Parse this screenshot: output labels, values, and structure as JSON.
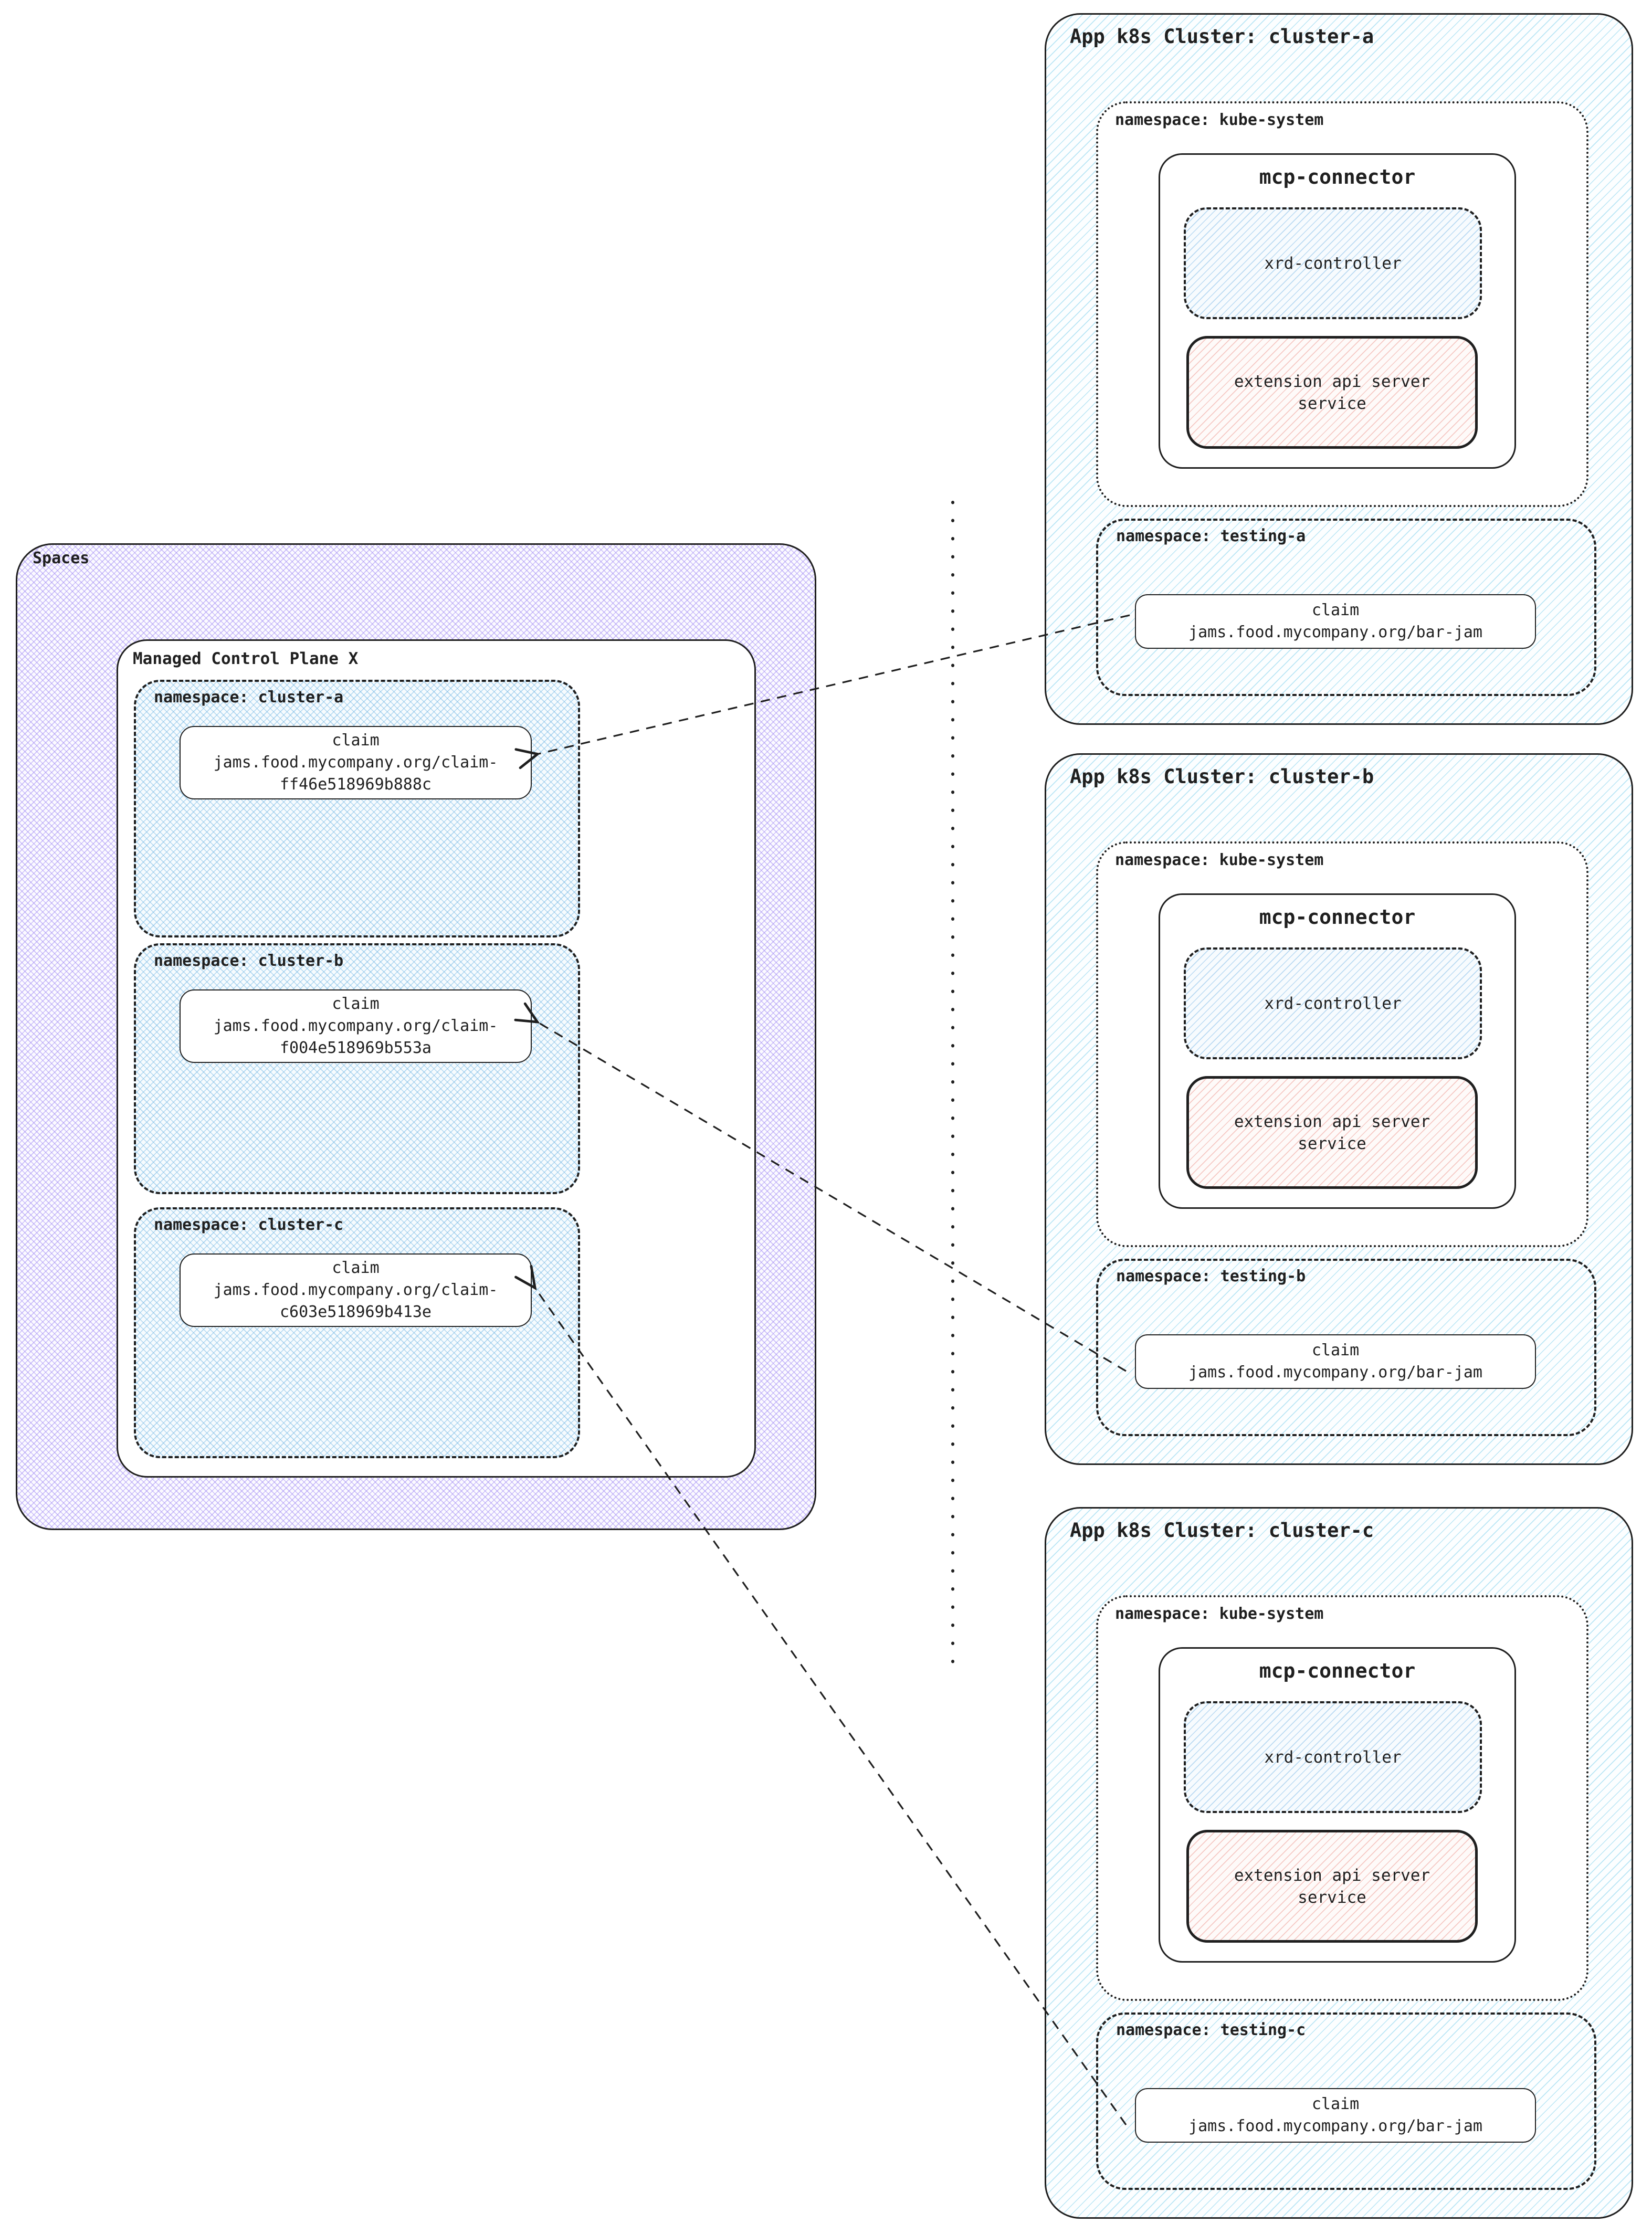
{
  "spaces_panel": {
    "title": "Spaces",
    "control_plane": {
      "title": "Managed Control Plane X",
      "namespaces": [
        {
          "label": "namespace: cluster-a",
          "claim": {
            "line1": "claim",
            "line2": "jams.food.mycompany.org/claim-",
            "line3": "ff46e518969b888c"
          }
        },
        {
          "label": "namespace: cluster-b",
          "claim": {
            "line1": "claim",
            "line2": "jams.food.mycompany.org/claim-",
            "line3": "f004e518969b553a"
          }
        },
        {
          "label": "namespace: cluster-c",
          "claim": {
            "line1": "claim",
            "line2": "jams.food.mycompany.org/claim-",
            "line3": "c603e518969b413e"
          }
        }
      ]
    }
  },
  "clusters": [
    {
      "title": "App k8s Cluster: cluster-a",
      "kube_namespace_label": "namespace: kube-system",
      "mcp_connector_label": "mcp-connector",
      "xrd_controller_label": "xrd-controller",
      "ext_api_line1": "extension api server",
      "ext_api_line2": "service",
      "testing_namespace_label": "namespace: testing-a",
      "claim": {
        "line1": "claim",
        "line2": "jams.food.mycompany.org/bar-jam"
      }
    },
    {
      "title": "App k8s Cluster: cluster-b",
      "kube_namespace_label": "namespace: kube-system",
      "mcp_connector_label": "mcp-connector",
      "xrd_controller_label": "xrd-controller",
      "ext_api_line1": "extension api server",
      "ext_api_line2": "service",
      "testing_namespace_label": "namespace: testing-b",
      "claim": {
        "line1": "claim",
        "line2": "jams.food.mycompany.org/bar-jam"
      }
    },
    {
      "title": "App k8s Cluster: cluster-c",
      "kube_namespace_label": "namespace: kube-system",
      "mcp_connector_label": "mcp-connector",
      "xrd_controller_label": "xrd-controller",
      "ext_api_line1": "extension api server",
      "ext_api_line2": "service",
      "testing_namespace_label": "namespace: testing-c",
      "claim": {
        "line1": "claim",
        "line2": "jams.food.mycompany.org/bar-jam"
      }
    }
  ],
  "colors": {
    "ink": "#1f1f1f",
    "purple_hatch": "#a48ef4",
    "blue_cross_hatch": "#78bae4",
    "cyan_hatch": "#78cdeb",
    "pink_hatch": "#ee9a98"
  }
}
